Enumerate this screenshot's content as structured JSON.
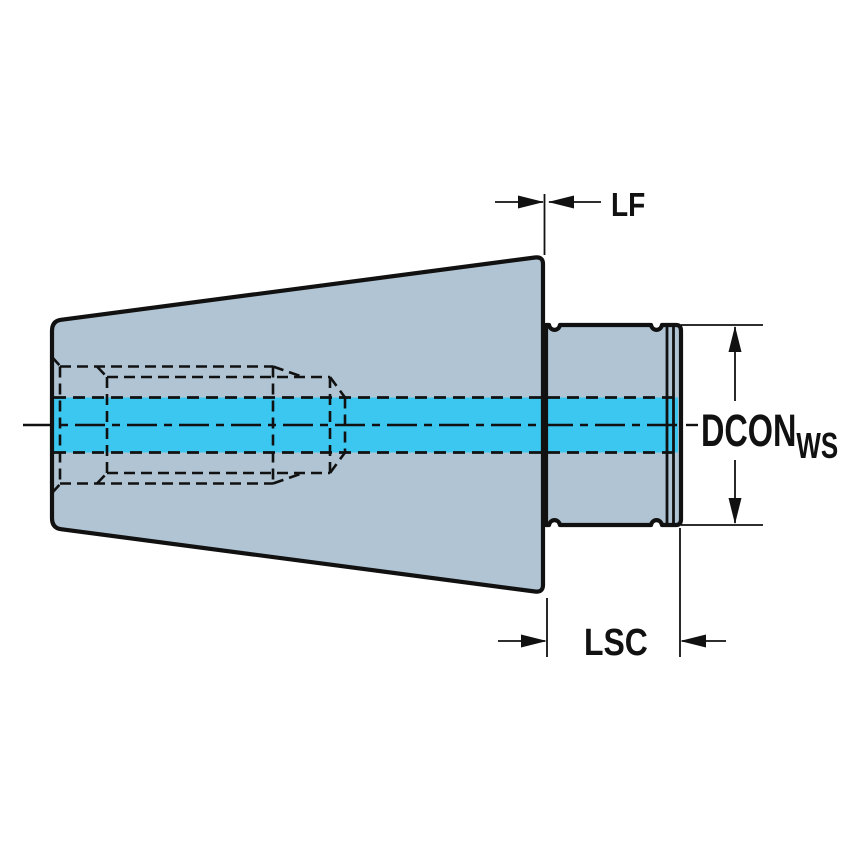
{
  "drawing": {
    "labels": {
      "lf": "LF",
      "lsc": "LSC",
      "dcon_base": "DCON",
      "dcon_subscript": "WS"
    },
    "colors": {
      "background": "#ffffff",
      "body_fill": "#b0c4d3",
      "bore_highlight": "#3cc7f0",
      "line": "#111111"
    }
  }
}
